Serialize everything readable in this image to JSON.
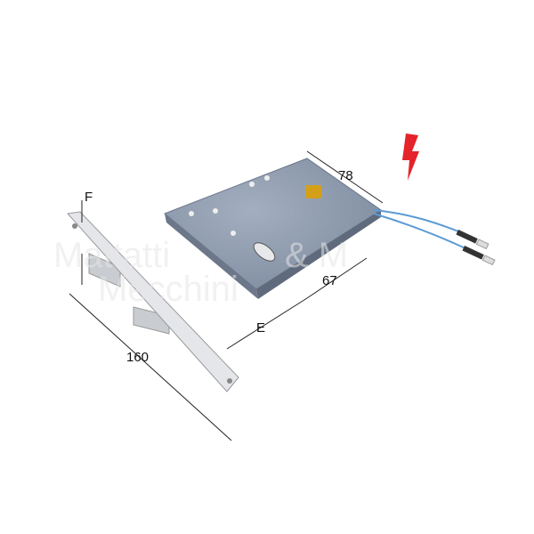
{
  "dimensions": {
    "f": "F",
    "width": "78",
    "backset": "67",
    "e": "E",
    "length": "160"
  },
  "watermark": {
    "line1": "Mattatti",
    "line2": "Mecchini",
    "amp": "& M"
  },
  "colors": {
    "body": "#8a97ab",
    "faceplate": "#e4e6ea",
    "bolt": "#c9ccd1",
    "wire": "#5b9bd5",
    "lightning": "#e5232a",
    "cylinder_hole": "#d4a01a"
  },
  "icons": {
    "electric": "lightning-bolt-icon"
  }
}
